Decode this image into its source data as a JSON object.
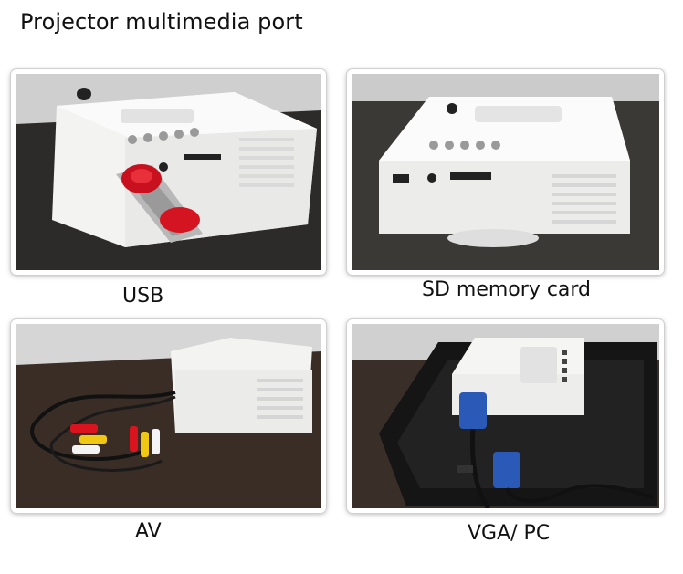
{
  "title": "Projector multimedia port",
  "panels": [
    {
      "caption": "USB"
    },
    {
      "caption": "SD memory card"
    },
    {
      "caption": "AV"
    },
    {
      "caption": "VGA/ PC"
    }
  ]
}
